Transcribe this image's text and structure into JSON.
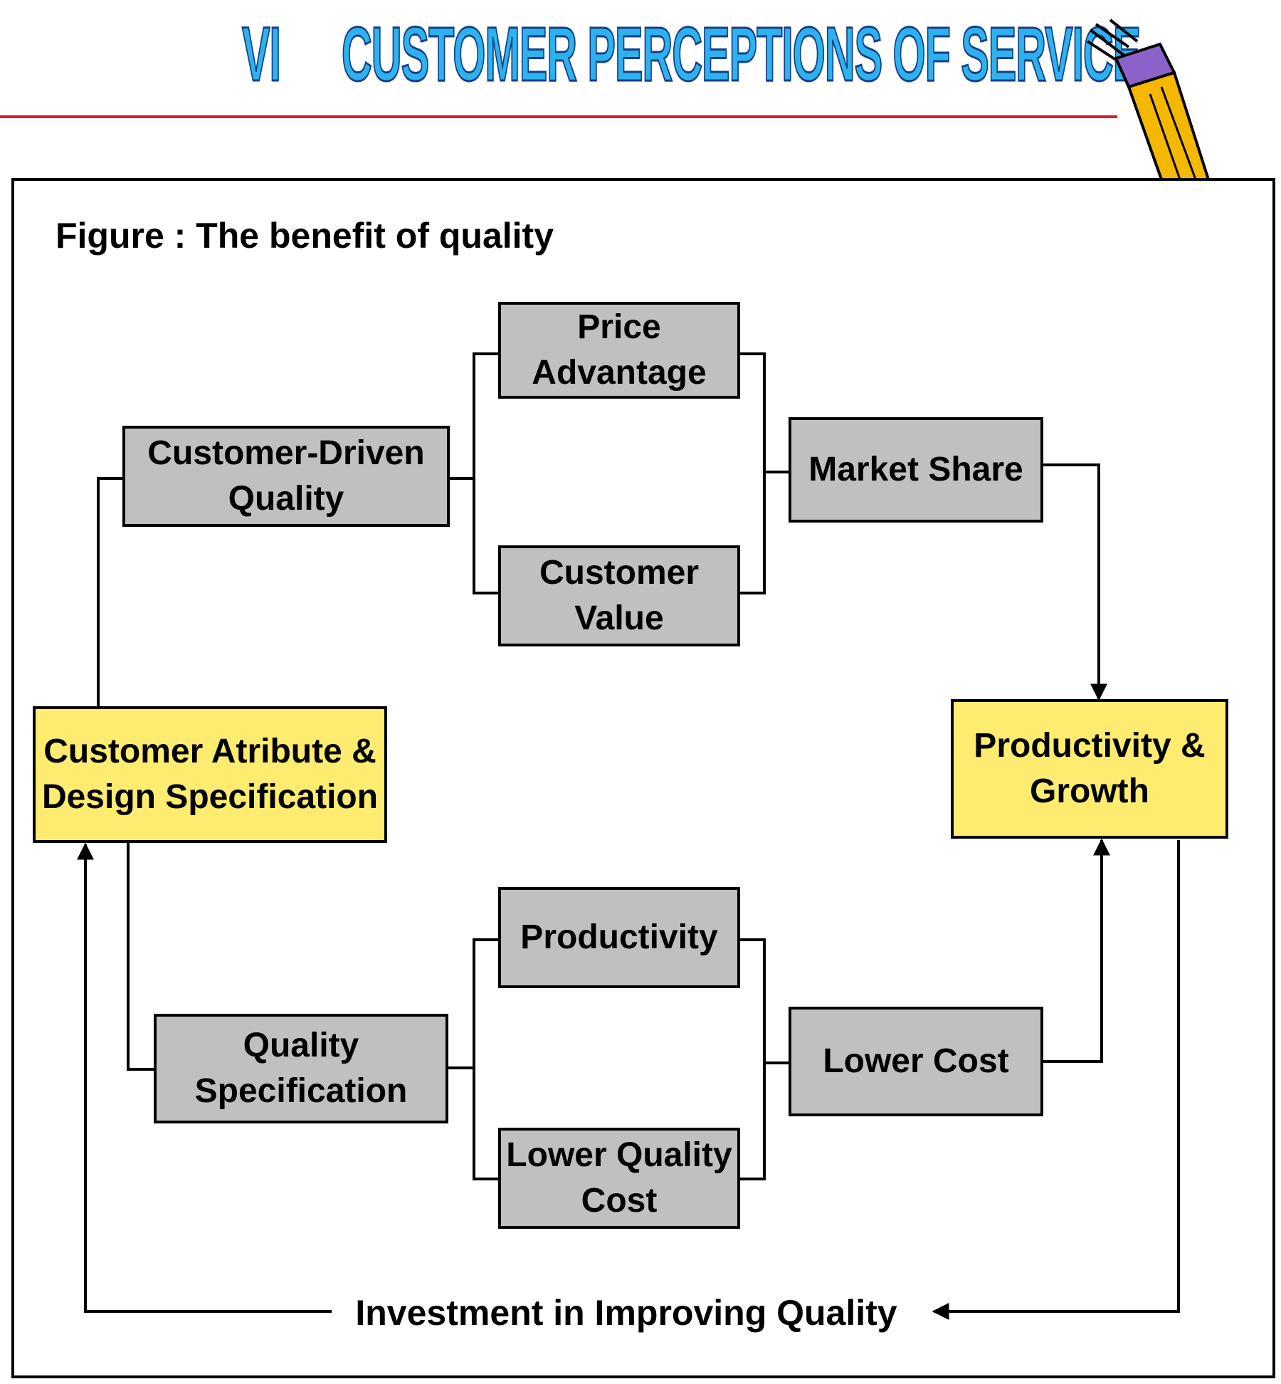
{
  "header": {
    "section_number": "VI",
    "title": "CUSTOMER PERCEPTIONS OF SERVICE"
  },
  "figure": {
    "caption": "Figure : The benefit of quality"
  },
  "nodes": {
    "customer_attribute": "Customer Atribute & Design Specification",
    "customer_driven_quality": "Customer-Driven Quality",
    "price_advantage": "Price Advantage",
    "customer_value": "Customer Value",
    "market_share": "Market Share",
    "productivity_growth": "Productivity & Growth",
    "quality_specification": "Quality Specification",
    "productivity": "Productivity",
    "lower_quality_cost": "Lower Quality Cost",
    "lower_cost": "Lower Cost"
  },
  "feedback_label": "Investment in Improving Quality",
  "colors": {
    "gray_box": "#c0c0c0",
    "yellow_box": "#fdec6f",
    "title_fill": "#2eb2ee",
    "title_outline": "#123f8a",
    "rule": "#e3192b"
  },
  "decoration": {
    "icon": "pencil-icon"
  }
}
